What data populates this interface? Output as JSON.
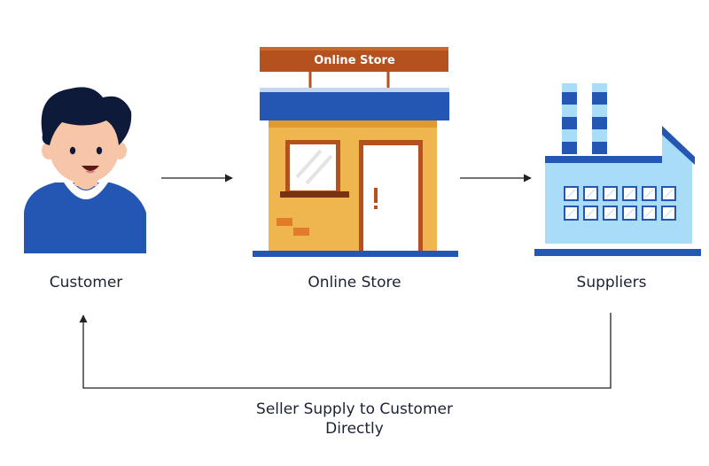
{
  "nodes": {
    "customer": {
      "label": "Customer"
    },
    "store": {
      "label": "Online Store",
      "sign": "Online Store"
    },
    "suppliers": {
      "label": "Suppliers"
    }
  },
  "flow": {
    "caption_line1": "Seller Supply to Customer",
    "caption_line2": "Directly"
  },
  "colors": {
    "blue": "#2456b3",
    "navy": "#0d1a3a",
    "skin": "#f7c6a8",
    "store_wall": "#efb54f",
    "store_brown": "#b5511e",
    "factory_light": "#a9ddf7",
    "arrow": "#222222"
  }
}
